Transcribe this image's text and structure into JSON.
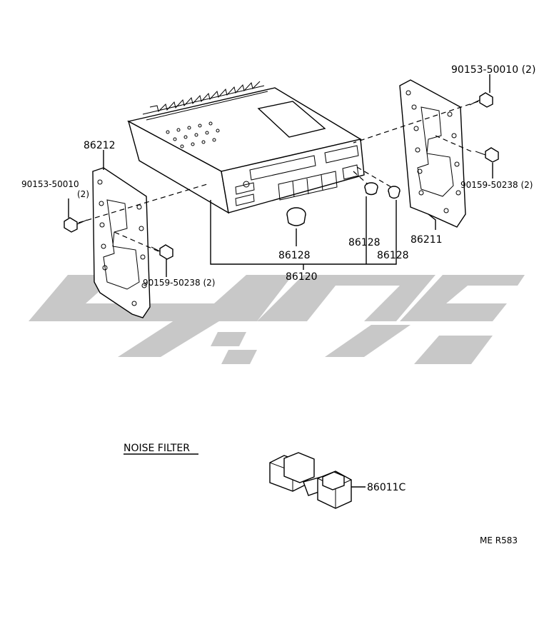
{
  "labels": {
    "bolt_top_right": "90153-50010 (2)",
    "bracket_left": "86212",
    "bolt_left_1": "90153-50010",
    "bolt_left_qty": "(2)",
    "bolt_lower_right": "90159-50238 (2)",
    "bracket_right": "86211",
    "knob_center": "86128",
    "knob_right_1": "86128",
    "knob_right_2": "86128",
    "radio_assembly": "86120",
    "bolt_lower_left": "90159-50238 (2)",
    "noise_filter_title": "NOISE FILTER",
    "noise_filter_part": "86011C",
    "figure_code": "ME R583"
  }
}
